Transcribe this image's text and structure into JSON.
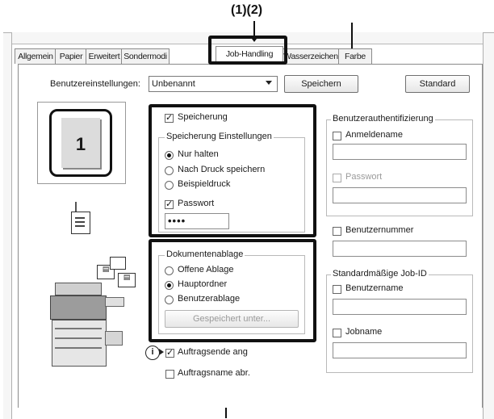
{
  "callout_top": "(1)(2)",
  "tabs": [
    "Allgemein",
    "Papier",
    "Erweitert",
    "Sondermodi",
    "Job-Handling",
    "Wasserzeichen",
    "Farbe"
  ],
  "user_settings": {
    "label": "Benutzereinstellungen:",
    "value": "Unbenannt",
    "save_button": "Speichern",
    "default_button": "Standard"
  },
  "preview": {
    "page_number": "1"
  },
  "storage": {
    "checkbox_label": "Speicherung",
    "group_title": "Speicherung Einstellungen",
    "options": [
      "Nur halten",
      "Nach Druck speichern",
      "Beispieldruck"
    ],
    "selected_option": "Nur halten",
    "password_label": "Passwort",
    "password_value": "••••"
  },
  "filing": {
    "group_title": "Dokumentenablage",
    "options": [
      "Offene Ablage",
      "Hauptordner",
      "Benutzerablage"
    ],
    "selected_option": "Hauptordner",
    "button": "Gespeichert unter..."
  },
  "notify": {
    "job_end_label": "Auftragsende ang",
    "job_end_checked": true,
    "job_name_label": "Auftragsname abr.",
    "job_name_checked": false
  },
  "auth": {
    "group_title": "Benutzerauthentifizierung",
    "login_label": "Anmeldename",
    "password_label": "Passwort",
    "user_number_label": "Benutzernummer"
  },
  "jobid": {
    "group_title": "Standardmäßige Job-ID",
    "username_label": "Benutzername",
    "jobname_label": "Jobname"
  }
}
